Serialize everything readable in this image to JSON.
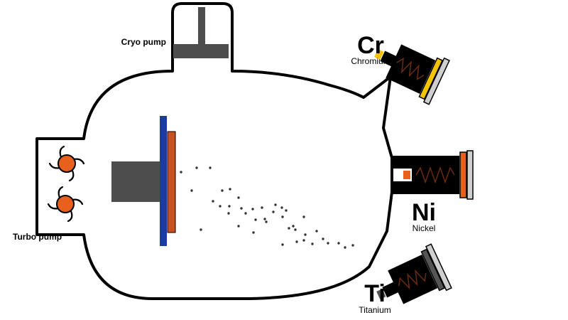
{
  "pumps": {
    "cryo_label": "Cryo pump",
    "turbo_label": "Turbo pump"
  },
  "sources": {
    "chromium": {
      "symbol": "Cr",
      "name": "Chromium",
      "color": "#f5c400"
    },
    "nickel": {
      "symbol": "Ni",
      "name": "Nickel",
      "color": "#e8601c"
    },
    "titanium": {
      "symbol": "Ti",
      "name": "Titanium",
      "color": "#555555"
    }
  },
  "colors": {
    "substrate_holder": "#1a3c9c",
    "substrate": "#c8531e",
    "turbo_rotor": "#e8601c",
    "gun_body": "#000000",
    "coil": "#6b2a10",
    "target_cap": "#cfcfcf",
    "pump_parts": "#4d4d4d",
    "particles": "#333333"
  }
}
